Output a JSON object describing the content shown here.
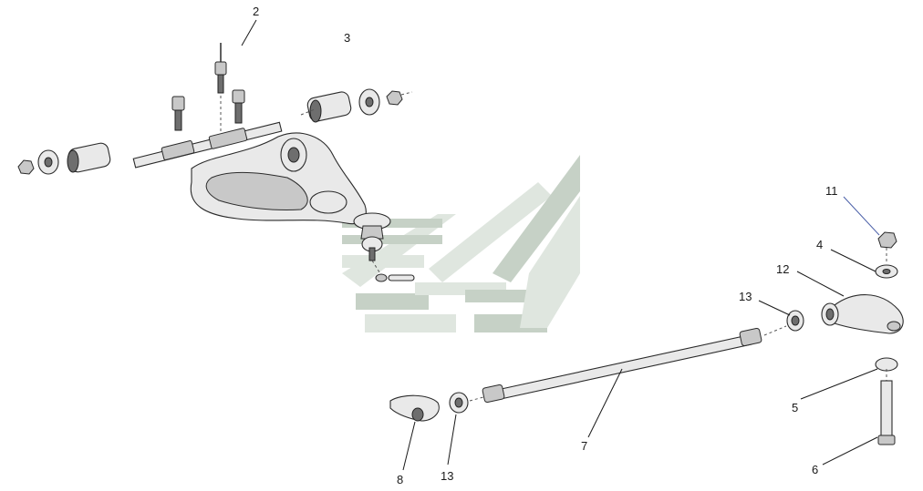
{
  "diagram": {
    "watermark_colors": {
      "light": "#dfe6df",
      "mid": "#c6d1c6"
    },
    "line_color": "#1a1a1a",
    "callouts": [
      {
        "id": "c2",
        "label": "2"
      },
      {
        "id": "c3",
        "label": "3"
      },
      {
        "id": "c11",
        "label": "11"
      },
      {
        "id": "c4",
        "label": "4"
      },
      {
        "id": "c12",
        "label": "12"
      },
      {
        "id": "c13a",
        "label": "13"
      },
      {
        "id": "c5",
        "label": "5"
      },
      {
        "id": "c6",
        "label": "6"
      },
      {
        "id": "c7",
        "label": "7"
      },
      {
        "id": "c8",
        "label": "8"
      },
      {
        "id": "c13b",
        "label": "13"
      }
    ]
  }
}
